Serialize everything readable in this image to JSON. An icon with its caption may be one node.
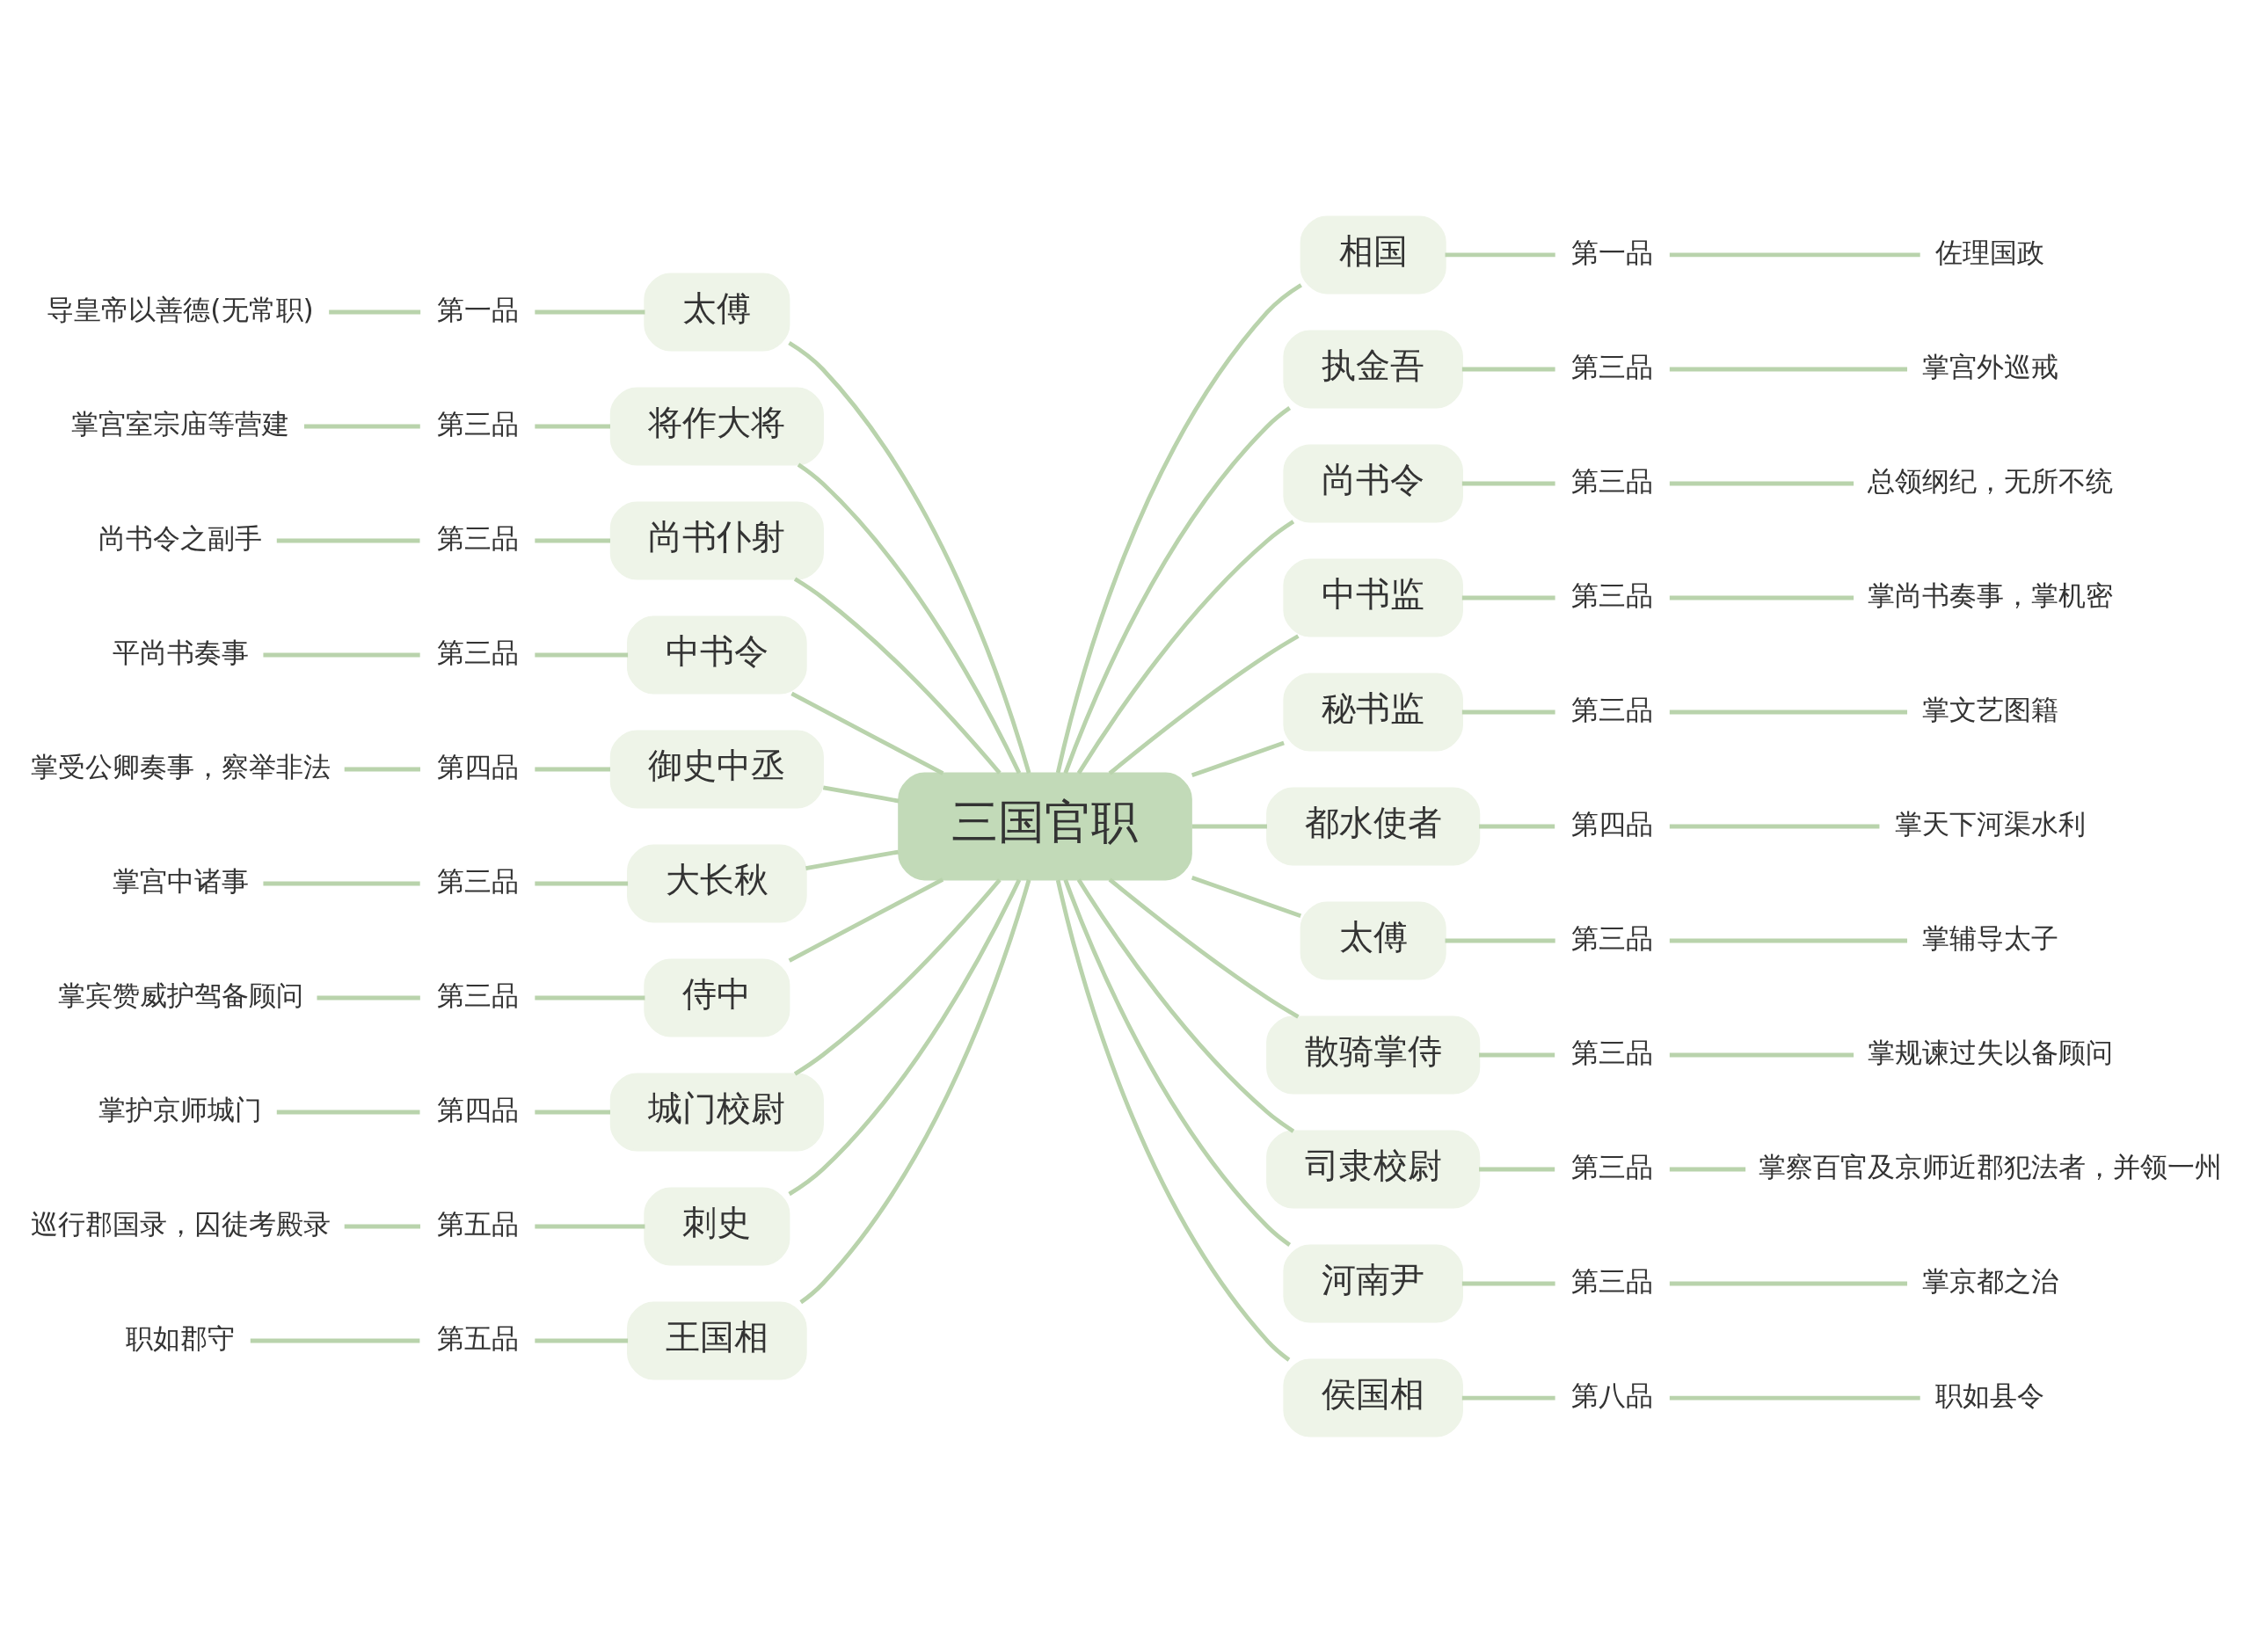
{
  "diagram": {
    "nodes": [
      {
        "text": [
          "三国官职"
        ]
      },
      {
        "text": [
          "相国"
        ]
      },
      {
        "text": [
          "第一品"
        ]
      },
      {
        "text": [
          "佐理国政"
        ]
      },
      {
        "text": [
          "执金吾"
        ]
      },
      {
        "text": [
          "第三品"
        ]
      },
      {
        "text": [
          "掌宫外巡戒"
        ]
      },
      {
        "text": [
          "尚书令"
        ]
      },
      {
        "text": [
          "第三品"
        ]
      },
      {
        "text": [
          "总领纲纪，无所不统"
        ]
      },
      {
        "text": [
          "中书监"
        ]
      },
      {
        "text": [
          "第三品"
        ]
      },
      {
        "text": [
          "掌尚书奏事，掌机密"
        ]
      },
      {
        "text": [
          "秘书监"
        ]
      },
      {
        "text": [
          "第三品"
        ]
      },
      {
        "text": [
          "掌文艺图籍"
        ]
      },
      {
        "text": [
          "都水使者"
        ]
      },
      {
        "text": [
          "第四品"
        ]
      },
      {
        "text": [
          "掌天下河渠水利"
        ]
      },
      {
        "text": [
          "太傅"
        ]
      },
      {
        "text": [
          "第三品"
        ]
      },
      {
        "text": [
          "掌辅导太子"
        ]
      },
      {
        "text": [
          "散骑掌侍"
        ]
      },
      {
        "text": [
          "第三品"
        ]
      },
      {
        "text": [
          "掌规谏过失以备顾问"
        ]
      },
      {
        "text": [
          "司隶校尉"
        ]
      },
      {
        "text": [
          "第三品"
        ]
      },
      {
        "text": [
          "掌察百官及京师近郡犯法者，并领一州"
        ]
      },
      {
        "text": [
          "河南尹"
        ]
      },
      {
        "text": [
          "第三品"
        ]
      },
      {
        "text": [
          "掌京都之治"
        ]
      },
      {
        "text": [
          "侯国相"
        ]
      },
      {
        "text": [
          "第八品"
        ]
      },
      {
        "text": [
          "职如县令"
        ]
      },
      {
        "text": [
          "太傅"
        ]
      },
      {
        "text": [
          "第一品"
        ]
      },
      {
        "text": [
          "导皇帝以善德(无常职)"
        ]
      },
      {
        "text": [
          "将作大将"
        ]
      },
      {
        "text": [
          "第三品"
        ]
      },
      {
        "text": [
          "掌宫室宗庙等营建"
        ]
      },
      {
        "text": [
          "尚书仆射"
        ]
      },
      {
        "text": [
          "第三品"
        ]
      },
      {
        "text": [
          "尚书令之副手"
        ]
      },
      {
        "text": [
          "中书令"
        ]
      },
      {
        "text": [
          "第三品"
        ]
      },
      {
        "text": [
          "平尚书奏事"
        ]
      },
      {
        "text": [
          "御史中丞"
        ]
      },
      {
        "text": [
          "第四品"
        ]
      },
      {
        "text": [
          "掌受公卿奏事，察举非法"
        ]
      },
      {
        "text": [
          "大长秋"
        ]
      },
      {
        "text": [
          "第三品"
        ]
      },
      {
        "text": [
          "掌宫中诸事"
        ]
      },
      {
        "text": [
          "侍中"
        ]
      },
      {
        "text": [
          "第三品"
        ]
      },
      {
        "text": [
          "掌宾赞威护驾备顾问"
        ]
      },
      {
        "text": [
          "城门校尉"
        ]
      },
      {
        "text": [
          "第四品"
        ]
      },
      {
        "text": [
          "掌护京师城门"
        ]
      },
      {
        "text": [
          "刺史"
        ]
      },
      {
        "text": [
          "第五品"
        ]
      },
      {
        "text": [
          "巡行郡国录，囚徒考殿录"
        ]
      },
      {
        "text": [
          "王国相"
        ]
      },
      {
        "text": [
          "第五品"
        ]
      },
      {
        "text": [
          "职如郡守"
        ]
      }
    ],
    "edges": [
      {
        "from": 0,
        "to": 1,
        "arrow": "none"
      },
      {
        "from": 1,
        "to": 2,
        "arrow": "none"
      },
      {
        "from": 2,
        "to": 3,
        "arrow": "none"
      },
      {
        "from": 0,
        "to": 4,
        "arrow": "none"
      },
      {
        "from": 4,
        "to": 5,
        "arrow": "none"
      },
      {
        "from": 5,
        "to": 6,
        "arrow": "none"
      },
      {
        "from": 0,
        "to": 7,
        "arrow": "none"
      },
      {
        "from": 7,
        "to": 8,
        "arrow": "none"
      },
      {
        "from": 8,
        "to": 9,
        "arrow": "none"
      },
      {
        "from": 0,
        "to": 10,
        "arrow": "none"
      },
      {
        "from": 10,
        "to": 11,
        "arrow": "none"
      },
      {
        "from": 11,
        "to": 12,
        "arrow": "none"
      },
      {
        "from": 0,
        "to": 13,
        "arrow": "none"
      },
      {
        "from": 13,
        "to": 14,
        "arrow": "none"
      },
      {
        "from": 14,
        "to": 15,
        "arrow": "none"
      },
      {
        "from": 0,
        "to": 16,
        "arrow": "none"
      },
      {
        "from": 16,
        "to": 17,
        "arrow": "none"
      },
      {
        "from": 17,
        "to": 18,
        "arrow": "none"
      },
      {
        "from": 0,
        "to": 19,
        "arrow": "none"
      },
      {
        "from": 19,
        "to": 20,
        "arrow": "none"
      },
      {
        "from": 20,
        "to": 21,
        "arrow": "none"
      },
      {
        "from": 0,
        "to": 22,
        "arrow": "none"
      },
      {
        "from": 22,
        "to": 23,
        "arrow": "none"
      },
      {
        "from": 23,
        "to": 24,
        "arrow": "none"
      },
      {
        "from": 0,
        "to": 25,
        "arrow": "none"
      },
      {
        "from": 25,
        "to": 26,
        "arrow": "none"
      },
      {
        "from": 26,
        "to": 27,
        "arrow": "none"
      },
      {
        "from": 0,
        "to": 28,
        "arrow": "none"
      },
      {
        "from": 28,
        "to": 29,
        "arrow": "none"
      },
      {
        "from": 29,
        "to": 30,
        "arrow": "none"
      },
      {
        "from": 0,
        "to": 31,
        "arrow": "none"
      },
      {
        "from": 31,
        "to": 32,
        "arrow": "none"
      },
      {
        "from": 32,
        "to": 33,
        "arrow": "none"
      },
      {
        "from": 0,
        "to": 34,
        "arrow": "none"
      },
      {
        "from": 34,
        "to": 35,
        "arrow": "none"
      },
      {
        "from": 35,
        "to": 36,
        "arrow": "none"
      },
      {
        "from": 0,
        "to": 37,
        "arrow": "none"
      },
      {
        "from": 37,
        "to": 38,
        "arrow": "none"
      },
      {
        "from": 38,
        "to": 39,
        "arrow": "none"
      },
      {
        "from": 0,
        "to": 40,
        "arrow": "none"
      },
      {
        "from": 40,
        "to": 41,
        "arrow": "none"
      },
      {
        "from": 41,
        "to": 42,
        "arrow": "none"
      },
      {
        "from": 0,
        "to": 43,
        "arrow": "none"
      },
      {
        "from": 43,
        "to": 44,
        "arrow": "none"
      },
      {
        "from": 44,
        "to": 45,
        "arrow": "none"
      },
      {
        "from": 0,
        "to": 46,
        "arrow": "none"
      },
      {
        "from": 46,
        "to": 47,
        "arrow": "none"
      },
      {
        "from": 47,
        "to": 48,
        "arrow": "none"
      },
      {
        "from": 0,
        "to": 49,
        "arrow": "none"
      },
      {
        "from": 49,
        "to": 50,
        "arrow": "none"
      },
      {
        "from": 50,
        "to": 51,
        "arrow": "none"
      },
      {
        "from": 0,
        "to": 52,
        "arrow": "none"
      },
      {
        "from": 52,
        "to": 53,
        "arrow": "none"
      },
      {
        "from": 53,
        "to": 54,
        "arrow": "none"
      },
      {
        "from": 0,
        "to": 55,
        "arrow": "none"
      },
      {
        "from": 55,
        "to": 56,
        "arrow": "none"
      },
      {
        "from": 56,
        "to": 57,
        "arrow": "none"
      },
      {
        "from": 0,
        "to": 58,
        "arrow": "none"
      },
      {
        "from": 58,
        "to": 59,
        "arrow": "none"
      },
      {
        "from": 59,
        "to": 60,
        "arrow": "none"
      },
      {
        "from": 0,
        "to": 61,
        "arrow": "none"
      },
      {
        "from": 61,
        "to": 62,
        "arrow": "none"
      },
      {
        "from": 62,
        "to": 63,
        "arrow": "none"
      }
    ]
  }
}
